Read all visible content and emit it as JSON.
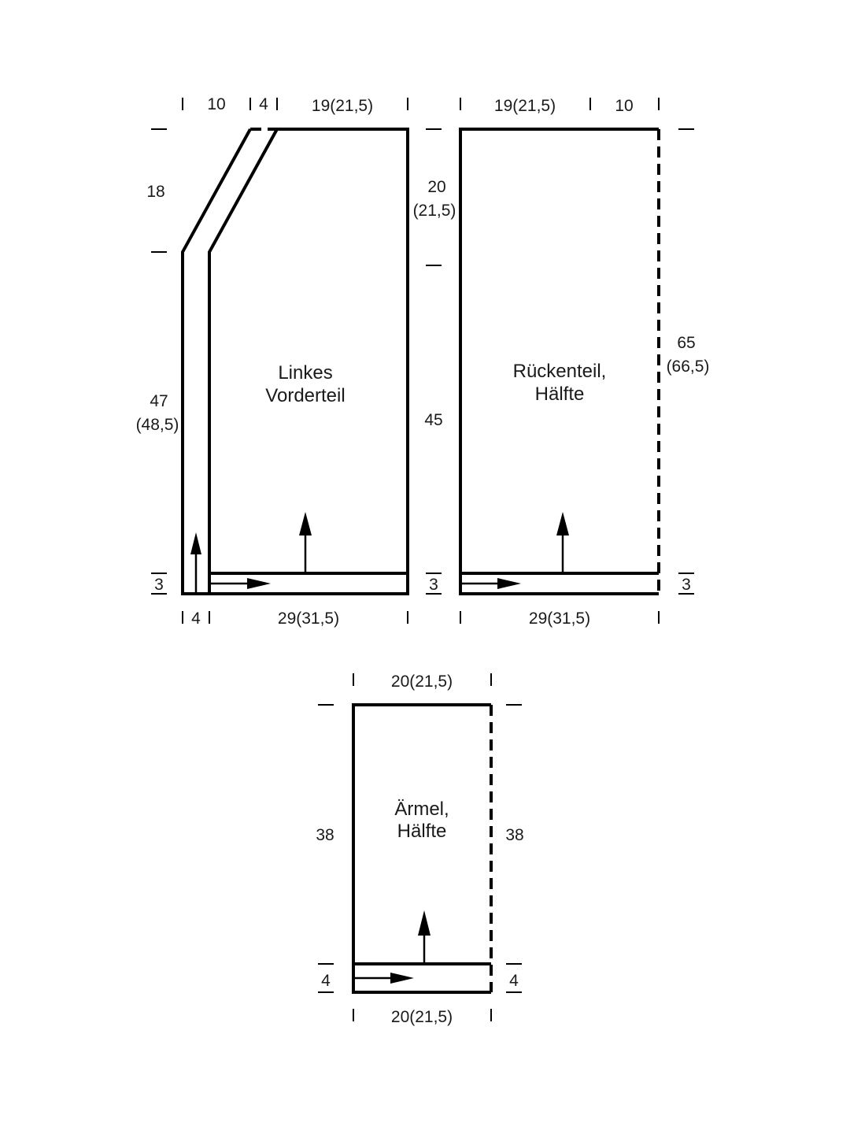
{
  "pieces": {
    "front": {
      "label_line1": "Linkes",
      "label_line2": "Vorderteil",
      "top_neck": "10",
      "top_band": "4",
      "top_shoulder": "19(21,5)",
      "left_neck_height": "18",
      "left_body_height_1": "47",
      "left_body_height_2": "(48,5)",
      "left_rib": "3",
      "bottom_band": "4",
      "bottom_width": "29(31,5)"
    },
    "center_dims": {
      "armhole_1": "20",
      "armhole_2": "(21,5)",
      "side": "45",
      "rib": "3"
    },
    "back": {
      "label_line1": "Rückenteil,",
      "label_line2": "Hälfte",
      "top_shoulder": "19(21,5)",
      "top_neck": "10",
      "right_height_1": "65",
      "right_height_2": "(66,5)",
      "right_rib": "3",
      "bottom_width": "29(31,5)"
    },
    "sleeve": {
      "label_line1": "Ärmel,",
      "label_line2": "Hälfte",
      "top_width": "20(21,5)",
      "left_height": "38",
      "right_height": "38",
      "left_rib": "4",
      "right_rib": "4",
      "bottom_width": "20(21,5)"
    }
  },
  "colors": {
    "line": "#000000",
    "text": "#1a1a1a",
    "background": "#ffffff"
  }
}
